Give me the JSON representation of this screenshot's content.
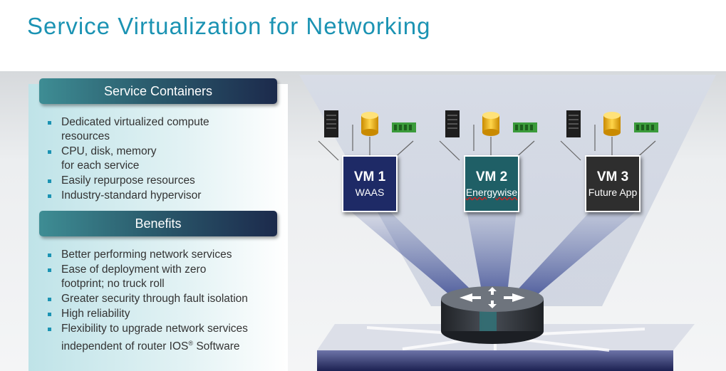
{
  "title": "Service Virtualization for Networking",
  "left": {
    "header1": "Service Containers",
    "list1": [
      {
        "line1": "Dedicated virtualized  compute",
        "line2": "resources"
      },
      {
        "line1": "CPU, disk, memory",
        "line2": "for each service"
      },
      {
        "line1": "Easily repurpose resources",
        "line2": ""
      },
      {
        "line1": "Industry-standard  hypervisor",
        "line2": ""
      }
    ],
    "header2": "Benefits",
    "list2": [
      {
        "line1": "Better performing network services",
        "line2": ""
      },
      {
        "line1": "Ease of deployment  with zero",
        "line2": "footprint; no truck roll"
      },
      {
        "line1": "Greater security through fault isolation",
        "line2": ""
      },
      {
        "line1": "High reliability",
        "line2": ""
      },
      {
        "line1": "Flexibility to upgrade network services",
        "line2a": "independent  of router IOS",
        "sup": "®",
        "line2b": " Software"
      }
    ]
  },
  "vms": [
    {
      "name": "VM 1",
      "app": "WAAS",
      "color": "#1e2a66"
    },
    {
      "name": "VM 2",
      "app": "Energywise",
      "color": "#1f5f66"
    },
    {
      "name": "VM 3",
      "app": "Future App",
      "color": "#2e2e2e"
    }
  ],
  "icons": [
    "server-icon",
    "disk-icon",
    "memory-icon"
  ],
  "colors": {
    "title": "#1b93b3",
    "bullet": "#1b93b3",
    "platform": "#2a2f5e",
    "router": "#3b3f46"
  }
}
